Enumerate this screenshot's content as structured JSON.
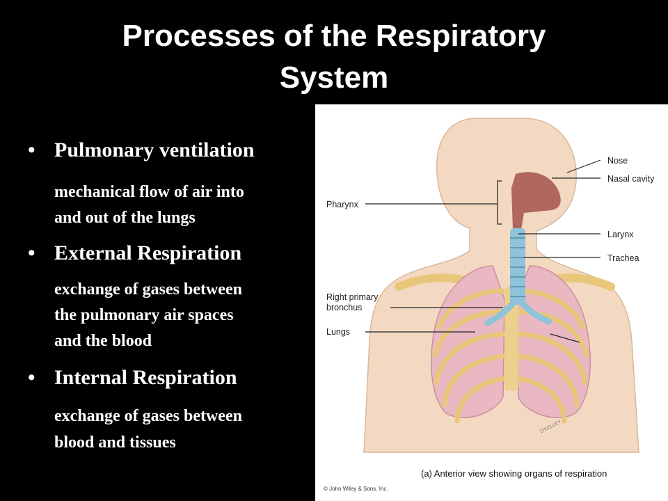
{
  "slide": {
    "title_line1": "Processes of the Respiratory",
    "title_line2": "System"
  },
  "bullets": [
    {
      "heading": "Pulmonary ventilation",
      "description": [
        "mechanical flow of air into",
        "and out of the lungs"
      ]
    },
    {
      "heading": "External Respiration",
      "description": [
        "exchange of gases between",
        "the pulmonary air spaces",
        "and the blood"
      ]
    },
    {
      "heading": "Internal Respiration",
      "description": [
        "exchange of gases between",
        "blood and tissues"
      ]
    }
  ],
  "bullet_symbol": "•",
  "figure": {
    "labels": {
      "nose": "Nose",
      "nasal_cavity": "Nasal cavity",
      "pharynx": "Pharynx",
      "larynx": "Larynx",
      "trachea": "Trachea",
      "right_primary_bronchus_line1": "Right primary",
      "right_primary_bronchus_line2": "bronchus",
      "lungs": "Lungs"
    },
    "caption": "(a) Anterior view showing organs of respiration",
    "copyright": "© John Wiley & Sons, Inc.",
    "signature": "O'KELLEY"
  },
  "colors": {
    "background": "#000000",
    "text": "#ffffff",
    "skin": "#f3d9c2",
    "bone": "#e9c77a",
    "lung": "#e9b8c2",
    "trachea": "#8fc3d9",
    "nasal": "#b0675e"
  }
}
